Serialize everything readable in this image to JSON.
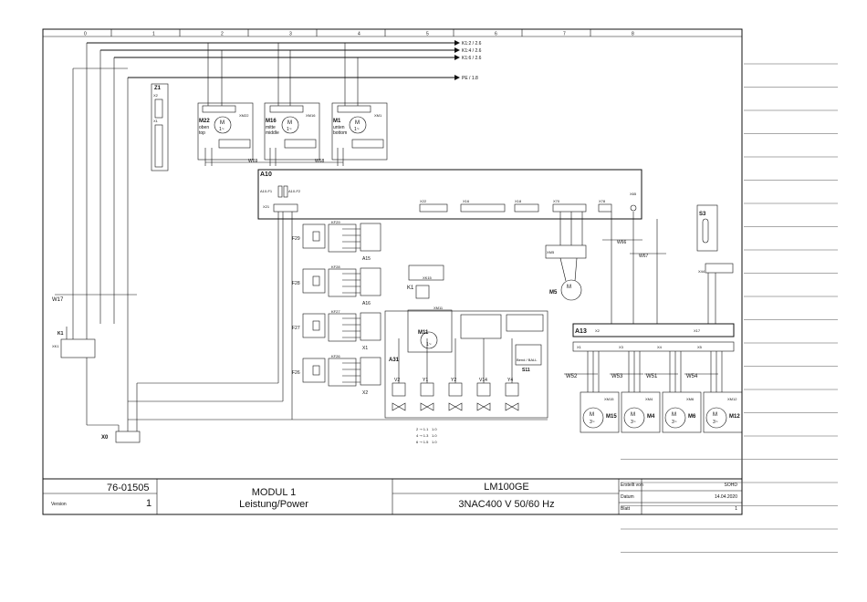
{
  "sheet": {
    "columns": [
      "0",
      "1",
      "2",
      "3",
      "4",
      "5",
      "6",
      "7",
      "8"
    ],
    "busbars": [
      {
        "label": "K1:2 / 2.6"
      },
      {
        "label": "K1:4 / 2.6"
      },
      {
        "label": "K1:6 / 2.6"
      },
      {
        "label": "PE / 1.8"
      }
    ],
    "terminal_strip": {
      "label": "Z1",
      "sub": [
        "X2",
        "X1"
      ]
    },
    "motors_top": [
      {
        "label": "M22",
        "desc1": "oben",
        "desc2": "top",
        "plug": "XM22",
        "sym": "1~"
      },
      {
        "label": "M16",
        "desc1": "mitte",
        "desc2": "middle",
        "plug": "XM16",
        "sym": "1~"
      },
      {
        "label": "M1",
        "desc1": "unten",
        "desc2": "bottom",
        "plug": "XM1",
        "sym": "1~"
      }
    ],
    "cables": [
      "W69",
      "W68",
      "W66",
      "W67",
      "W17",
      "W52",
      "W53",
      "W51",
      "W54"
    ],
    "main_board": {
      "label": "A10",
      "fuse1": "A10-F1",
      "fuse2": "A10-F2",
      "connectors": [
        "X21",
        "X22",
        "X16",
        "X18",
        "X70",
        "X78",
        "X65"
      ]
    },
    "relays_left": [
      "F29",
      "F28",
      "F27",
      "F26"
    ],
    "relay_tags": [
      "KF29",
      "KF28",
      "KF27",
      "KF26"
    ],
    "modules": [
      "A15",
      "A16",
      "X1",
      "X2"
    ],
    "contactor": {
      "label": "K1",
      "aux": "XK15"
    },
    "fan": {
      "label": "M11",
      "sym": "1~",
      "plug": "XM11"
    },
    "valve_group": {
      "label": "A31",
      "valves": [
        "V2",
        "Y1",
        "Y2",
        "V14",
        "Y4"
      ]
    },
    "limit_switch": {
      "label": "S11",
      "text": "Bend / BALL"
    },
    "pump": {
      "label": "M5",
      "plug": "XM5"
    },
    "switch_s3": {
      "label": "S3",
      "plug": "X44"
    },
    "board_a13": {
      "label": "A13",
      "connectors": [
        "X2",
        "X1",
        "X3",
        "X4",
        "X5",
        "X17"
      ]
    },
    "motors_bottom": [
      {
        "label": "M15",
        "plug": "XM15",
        "sym": "3~"
      },
      {
        "label": "M4",
        "plug": "XM4",
        "sym": "3~"
      },
      {
        "label": "M6",
        "plug": "XM6",
        "sym": "3~"
      },
      {
        "label": "M12",
        "plug": "XM12",
        "sym": "3~"
      }
    ],
    "main_switch": {
      "label": "K1",
      "tag": "XK1"
    },
    "ground": {
      "label": "X0"
    },
    "legend": [
      "1.0",
      "1.0",
      "1.0"
    ]
  },
  "title_block": {
    "drawing_no": "76-01505",
    "version_label": "Version",
    "version_value": "1",
    "module_line1": "MODUL 1",
    "module_line2": "Leistung/Power",
    "model": "LM100GE",
    "supply": "3NAC400 V 50/60 Hz",
    "created_by_label": "Erstellt von",
    "created_by_value": "SOHD",
    "date_label": "Datum",
    "date_value": "14.04.2020",
    "sheet_label": "Blatt",
    "sheet_value": "1"
  }
}
